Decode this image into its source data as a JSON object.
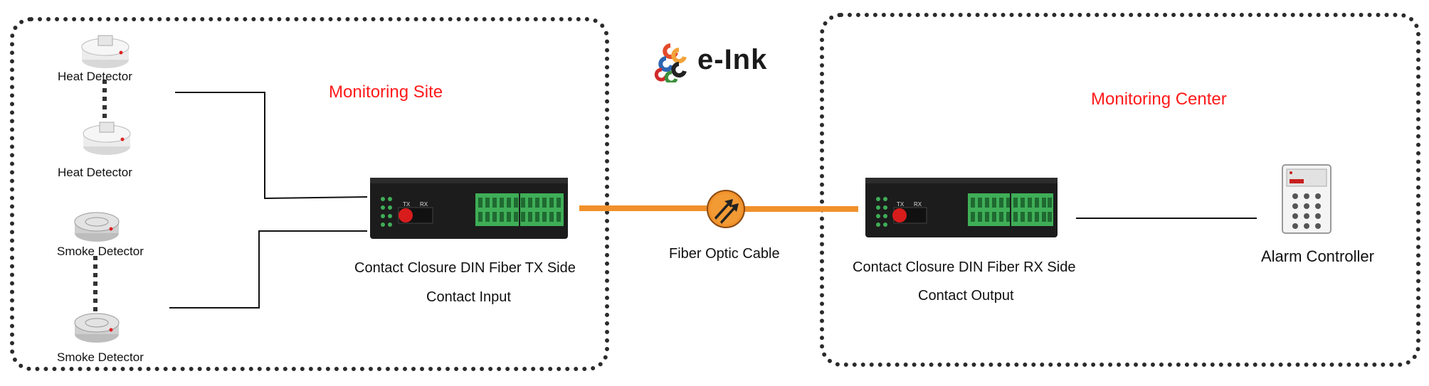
{
  "logo": {
    "text": "e-Ink"
  },
  "zones": {
    "site_title": "Monitoring Site",
    "center_title": "Monitoring Center"
  },
  "detectors": [
    {
      "label": "Heat Detector",
      "type": "heat"
    },
    {
      "label": "Heat Detector",
      "type": "heat"
    },
    {
      "label": "Smoke Detector",
      "type": "smoke"
    },
    {
      "label": "Smoke Detector",
      "type": "smoke"
    }
  ],
  "tx_device": {
    "caption": "Contact Closure DIN Fiber TX Side",
    "subcaption": "Contact Input"
  },
  "rx_device": {
    "caption": "Contact Closure DIN Fiber RX Side",
    "subcaption": "Contact Output"
  },
  "fiber": {
    "label": "Fiber Optic Cable",
    "color": "#f0902a"
  },
  "alarm": {
    "label": "Alarm Controller"
  },
  "colors": {
    "accent_red": "#ff1a1a",
    "fiber_orange": "#f0902a",
    "device_black": "#1c1c1c",
    "terminal_green": "#3fae57"
  }
}
